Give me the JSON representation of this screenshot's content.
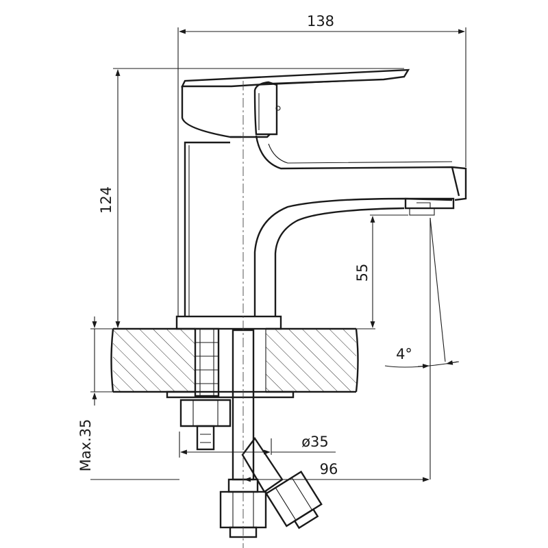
{
  "dimensions": {
    "width_total": "138",
    "height_total": "124",
    "spout_clearance": "55",
    "spout_angle": "4°",
    "deck_max": "Max.35",
    "hole_diameter": "ø35",
    "spout_reach": "96"
  },
  "colors": {
    "line": "#1a1a1a",
    "background": "#ffffff"
  }
}
